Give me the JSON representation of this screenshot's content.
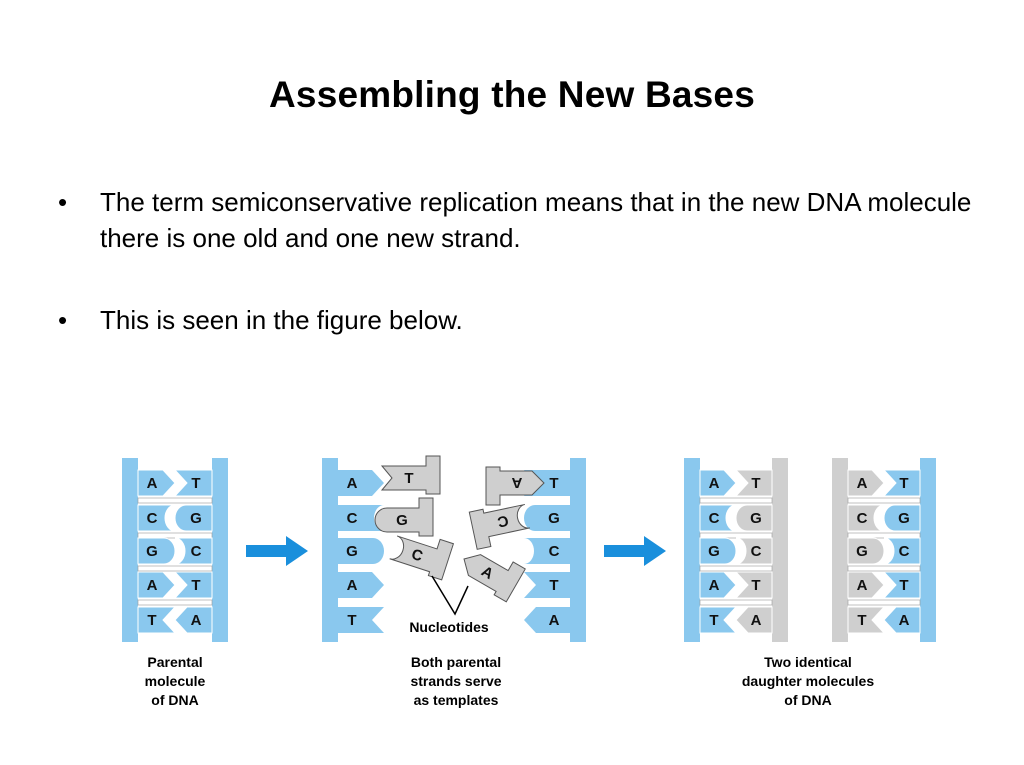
{
  "slide": {
    "title": "Assembling the New Bases",
    "bullets": [
      "The term semiconservative replication means that in the new DNA molecule there is one old and one new strand.",
      "This is seen in the figure below."
    ],
    "bullet_symbol": "•"
  },
  "figure": {
    "colors": {
      "parental": "#8ac8ee",
      "new": "#cfcfcf",
      "arrow": "#1a8fdc",
      "outline": "#555555"
    },
    "parental_pairs": [
      [
        "A",
        "T"
      ],
      [
        "C",
        "G"
      ],
      [
        "G",
        "C"
      ],
      [
        "A",
        "T"
      ],
      [
        "T",
        "A"
      ]
    ],
    "left_template_bases": [
      "A",
      "C",
      "G",
      "A",
      "T"
    ],
    "right_template_bases": [
      "T",
      "G",
      "C",
      "T",
      "A"
    ],
    "free_nucleotides": [
      "T",
      "G",
      "C",
      "A",
      "A",
      "C"
    ],
    "nucleotides_label": "Nucleotides",
    "caption_parental": [
      "Parental",
      "molecule",
      "of DNA"
    ],
    "caption_templates": [
      "Both parental",
      "strands serve",
      "as templates"
    ],
    "caption_daughters": [
      "Two identical",
      "daughter molecules",
      "of DNA"
    ]
  }
}
